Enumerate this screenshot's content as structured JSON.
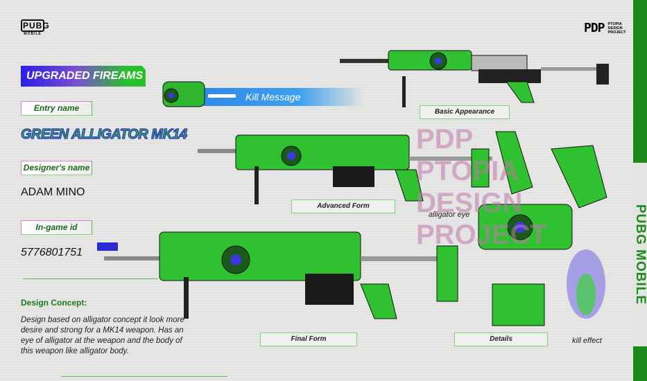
{
  "logos": {
    "pubg": "PUBG",
    "pubg_sub": "MOBILE",
    "pdp": "PDP",
    "pdp_sub": "PTOPIA DESIGN PROJECT"
  },
  "side_banner": "PUBG MOBILE",
  "watermark": "PDP PTOPIA DESIGN PROJECT",
  "header": "UPGRADED FIREAMS",
  "entry_label": "Entry name",
  "entry_name": "GREEN ALLIGATOR MK14",
  "designer_label": "Designer's name",
  "designer": "ADAM MINO",
  "id_label": "In-game id",
  "id": "5776801751",
  "concept_title": "Design Concept:",
  "concept_text": "Design based on alligator concept it look more desire and strong for a MK14 weapon. Has an eye of alligator at the weapon and the body of this weapon like alligator body.",
  "kill_message": "Kill Message",
  "captions": {
    "basic": "Basic Appearance",
    "advanced": "Advanced Form",
    "final": "Final Form",
    "details": "Details",
    "eye": "alligator eye",
    "kill_effect": "kill effect"
  },
  "colors": {
    "green": "#2fc12f",
    "dark_green": "#1e8a1e",
    "blue": "#2a2ad0"
  }
}
